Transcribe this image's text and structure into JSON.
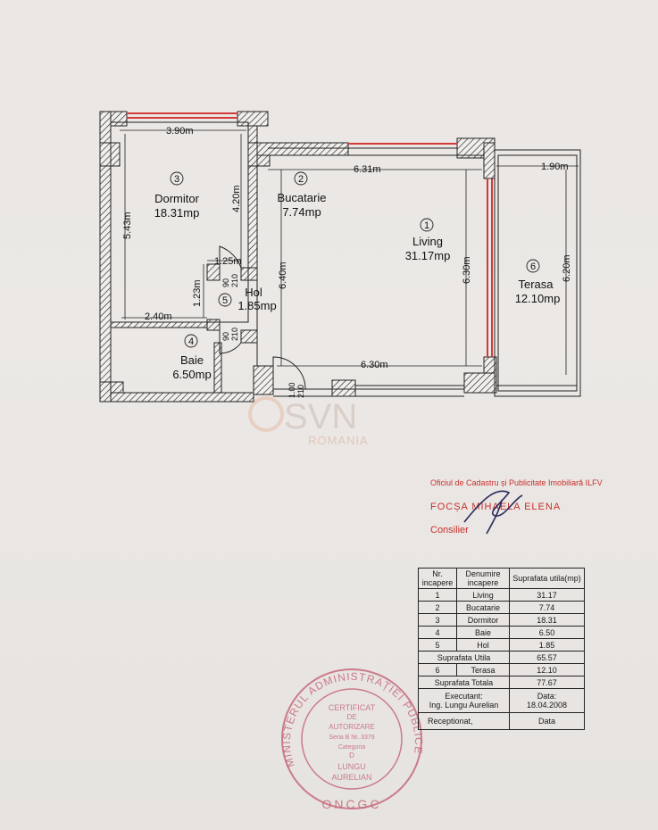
{
  "rooms": [
    {
      "num": "1",
      "name": "Living",
      "area": "31.17mp"
    },
    {
      "num": "2",
      "name": "Bucatarie",
      "area": "7.74mp"
    },
    {
      "num": "3",
      "name": "Dormitor",
      "area": "18.31mp"
    },
    {
      "num": "4",
      "name": "Baie",
      "area": "6.50mp"
    },
    {
      "num": "5",
      "name": "Hol",
      "area": "1.85mp"
    },
    {
      "num": "6",
      "name": "Terasa",
      "area": "12.10mp"
    }
  ],
  "dimensions": {
    "dormitor_w": "3.90m",
    "bucatarie_w": "6.31m",
    "terasa_w": "1.90m",
    "dormitor_h": "5.43m",
    "dormitor_h2": "4.20m",
    "bucatarie_h": "6.40m",
    "living_h": "6.30m",
    "terasa_h": "6.20m",
    "baie_w": "2.40m",
    "hol_h": "1.23m",
    "hol_w": "1.25m",
    "living_w": "6.30m",
    "door1": "90",
    "door1b": "210",
    "door2": "90",
    "door2b": "210",
    "door3": "1.00",
    "door3b": "210"
  },
  "watermark": {
    "brand": "SVN",
    "sub": "ROMANIA"
  },
  "signature": {
    "office": "Oficiul de Cadastru și Publicitate Imobiliară ILFV",
    "name": "FOCȘA MIHAELA ELENA",
    "role": "Consilier"
  },
  "stamp": {
    "ring": "MINISTERUL ADMINISTRAȚIEI PUBLICE",
    "bottom": "ONCGC",
    "lines": [
      "CERTIFICAT",
      "DE",
      "AUTORIZARE",
      "Seria B Nr. 3379",
      "Categoria",
      "D",
      "LUNGU",
      "AURELIAN"
    ]
  },
  "table": {
    "headers": [
      "Nr. incapere",
      "Denumire incapere",
      "Suprafata utila(mp)"
    ],
    "rows": [
      [
        "1",
        "Living",
        "31.17"
      ],
      [
        "2",
        "Bucatarie",
        "7.74"
      ],
      [
        "3",
        "Dormitor",
        "18.31"
      ],
      [
        "4",
        "Baie",
        "6.50"
      ],
      [
        "5",
        "Hol",
        "1.85"
      ]
    ],
    "utila_label": "Suprafata Utila",
    "utila_value": "65.57",
    "terasa": [
      "6",
      "Terasa",
      "12.10"
    ],
    "totala_label": "Suprafata Totala",
    "totala_value": "77.67",
    "executant_label": "Executant:",
    "executant_name": "Ing. Lungu Aurelian",
    "data_label": "Data:",
    "data_value": "18.04.2008",
    "receptionat": "Receptionat,",
    "data2": "Data"
  },
  "colors": {
    "wall_hatch": "#222222",
    "window": "#d23a3a",
    "stamp": "#c5697a",
    "ink_red": "#c9302c"
  }
}
